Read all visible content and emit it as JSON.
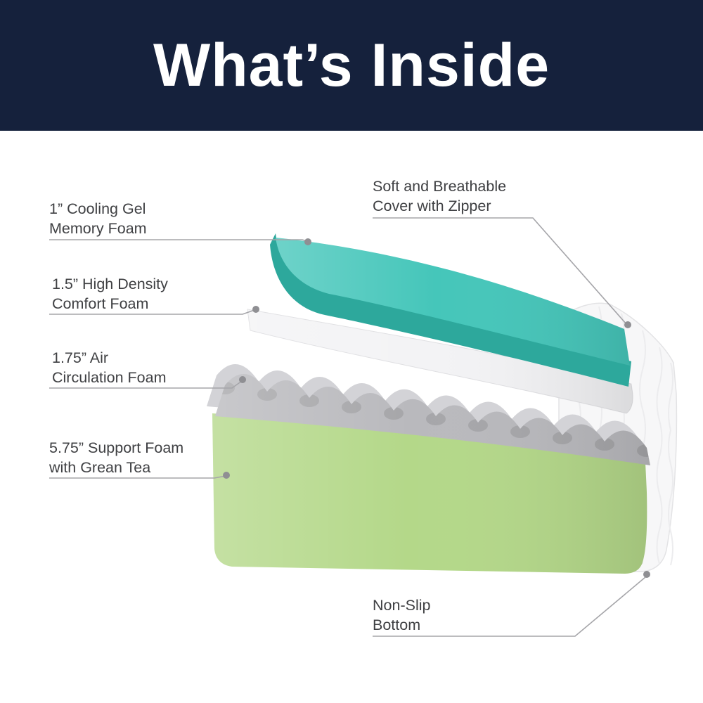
{
  "header": {
    "title": "What’s Inside"
  },
  "diagram": {
    "labels": {
      "cooling_gel": {
        "text": "1” Cooling Gel\nMemory Foam"
      },
      "comfort_foam": {
        "text": "1.5” High Density\nComfort Foam"
      },
      "air_foam": {
        "text": "1.75” Air\nCirculation Foam"
      },
      "support_foam": {
        "text": "5.75” Support Foam\nwith Grean Tea"
      },
      "cover": {
        "text": "Soft and Breathable\nCover with Zipper"
      },
      "non_slip": {
        "text": "Non-Slip\nBottom"
      }
    },
    "layers": [
      {
        "name": "Cooling Gel Memory Foam",
        "thickness": "1”"
      },
      {
        "name": "High Density Comfort Foam",
        "thickness": "1.5”"
      },
      {
        "name": "Air Circulation Foam",
        "thickness": "1.75”"
      },
      {
        "name": "Support Foam with Grean Tea",
        "thickness": "5.75”"
      }
    ]
  },
  "colors": {
    "background": "#ffffff",
    "header_bg": "#15213c",
    "title_text": "#ffffff",
    "label_text": "#3f4043",
    "leader_line": "#a5a5a9",
    "leader_dot": "#8f8f93",
    "cooling_gel_top": "#45c6ba",
    "cooling_gel_edge": "#2da89c",
    "comfort_foam": "#f3f3f5",
    "air_foam": "#b9b9bd",
    "air_foam_back": "#d3d3d7",
    "support_foam": "#b4d889",
    "cover_fill": "#f7f7f8",
    "cover_stroke": "#e3e3e5"
  }
}
